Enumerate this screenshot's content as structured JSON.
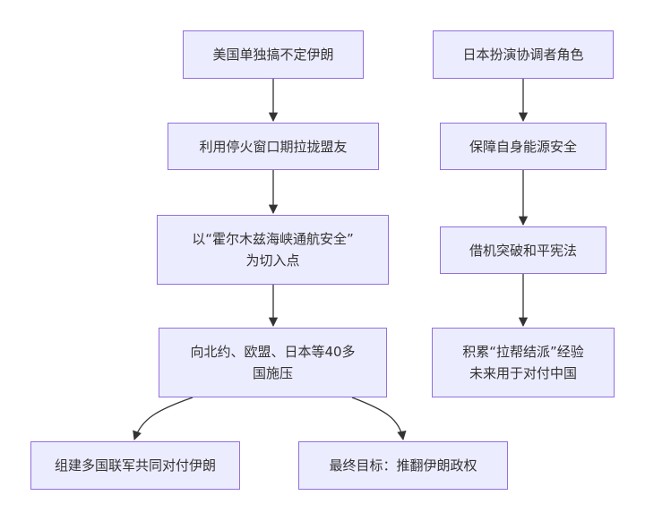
{
  "nodes": {
    "us_unilateral": {
      "lines": [
        "美国单独搞不定伊朗"
      ]
    },
    "use_ceasefire": {
      "lines": [
        "利用停火窗口期拉拢盟友"
      ]
    },
    "hormuz_pretext": {
      "lines": [
        "以“霍尔木兹海峡通航安全”",
        "为切入点"
      ]
    },
    "pressure_allies": {
      "lines": [
        "向北约、欧盟、日本等40多",
        "国施压"
      ]
    },
    "coalition": {
      "lines": [
        "组建多国联军共同对付伊朗"
      ]
    },
    "final_goal": {
      "lines": [
        "最终目标：推翻伊朗政权"
      ]
    },
    "japan_role": {
      "lines": [
        "日本扮演协调者角色"
      ]
    },
    "energy_security": {
      "lines": [
        "保障自身能源安全"
      ]
    },
    "break_constitution": {
      "lines": [
        "借机突破和平宪法"
      ]
    },
    "experience_china": {
      "lines": [
        "积累“拉帮结派”经验",
        "未来用于对付中国"
      ]
    }
  },
  "edges": [
    [
      "us_unilateral",
      "use_ceasefire"
    ],
    [
      "use_ceasefire",
      "hormuz_pretext"
    ],
    [
      "hormuz_pretext",
      "pressure_allies"
    ],
    [
      "pressure_allies",
      "coalition"
    ],
    [
      "pressure_allies",
      "final_goal"
    ],
    [
      "japan_role",
      "energy_security"
    ],
    [
      "energy_security",
      "break_constitution"
    ],
    [
      "break_constitution",
      "experience_china"
    ]
  ],
  "colors": {
    "node_fill": "#ececff",
    "node_border": "#9370db",
    "edge": "#333333",
    "text": "#333333"
  }
}
